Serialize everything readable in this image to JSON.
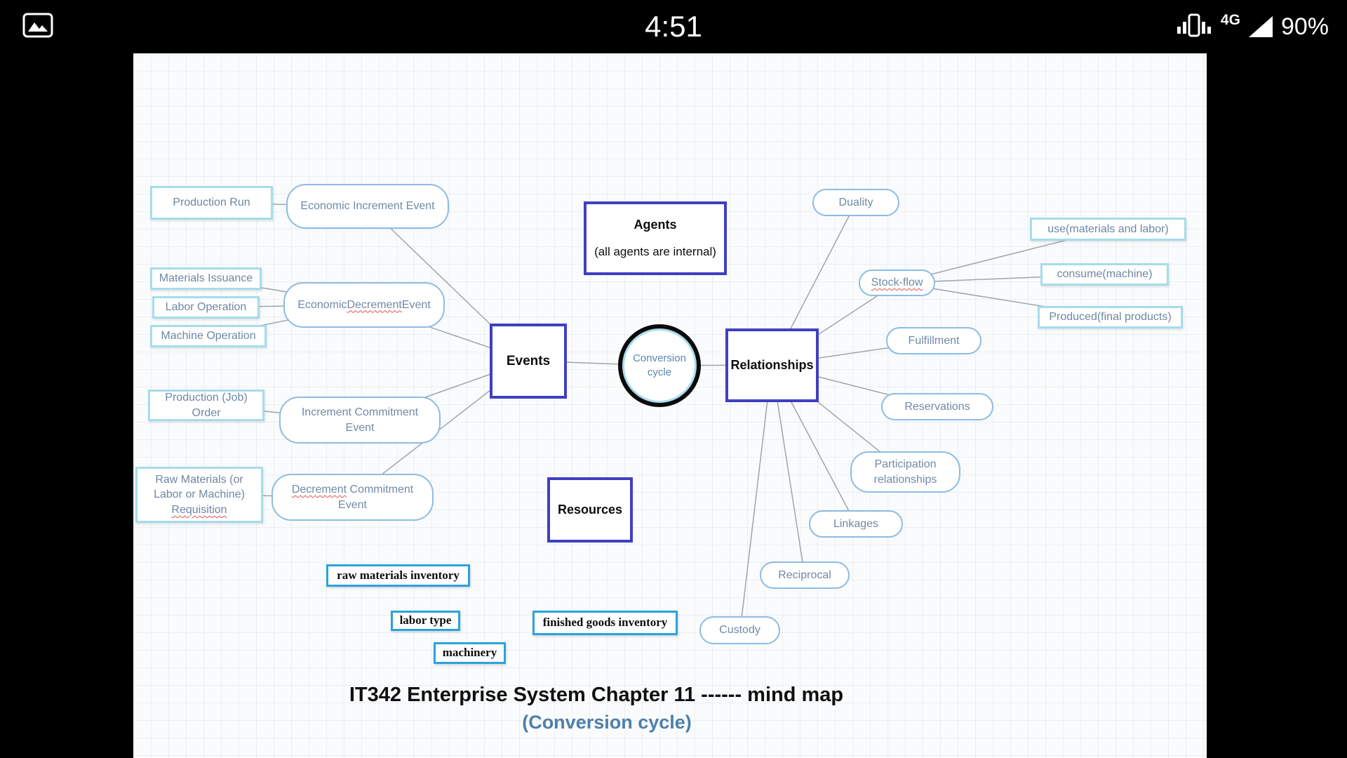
{
  "status_bar": {
    "time": "4:51",
    "network_label": "4G",
    "battery_percent": "90%",
    "icons": {
      "gallery": "gallery-icon",
      "signal": "signal-strength-icon",
      "data_triangle": "signal-triangle-icon"
    }
  },
  "mindmap": {
    "center": "Conversion cycle",
    "events": {
      "label": "Events",
      "production_run": "Production Run",
      "economic_increment_event": "Economic Increment Event",
      "materials_issuance": "Materials Issuance",
      "labor_operation": "Labor Operation",
      "machine_operation": "Machine Operation",
      "economic_decrement_event": {
        "p1": "Economic ",
        "p2": "Decrement",
        "p3": " Event"
      },
      "production_job_order": "Production (Job) Order",
      "increment_commitment_event": "Increment Commitment Event",
      "decrement_commitment_event": {
        "p1": "Decrement",
        "p2": " Commitment Event"
      },
      "raw_materials_requisition": {
        "p1": "Raw Materials (or Labor or Machine) ",
        "p2": "Requisition"
      }
    },
    "agents": {
      "label": "Agents",
      "note": "(all agents are internal)"
    },
    "relationships": {
      "label": "Relationships",
      "duality": "Duality",
      "stock_flow": "Stock-flow",
      "use_materials_and_labor": "use(materials and labor)",
      "consume_machine": "consume(machine)",
      "produced_final_products": "Produced(final products)",
      "fulfillment": "Fulfillment",
      "reservations": "Reservations",
      "participation_relationships": "Participation relationships",
      "linkages": "Linkages",
      "reciprocal": "Reciprocal",
      "custody": "Custody"
    },
    "resources": {
      "label": "Resources",
      "raw_materials_inventory": "raw materials inventory",
      "labor_type": "labor type",
      "machinery": "machinery",
      "finished_goods_inventory": "finished goods inventory"
    },
    "title": "IT342 Enterprise System Chapter 11 ------ mind map",
    "subtitle": "(Conversion cycle)"
  },
  "colors": {
    "major_border": "#3f3fc2",
    "pill_border": "#8cbce4",
    "leaf_border": "#a5dcec",
    "resource_border": "#2aa3dc",
    "node_text": "#6d87a3",
    "connector": "#9fa5ac",
    "subtitle_text": "#4d80ab",
    "spellcheck_underline": "#e05050"
  }
}
